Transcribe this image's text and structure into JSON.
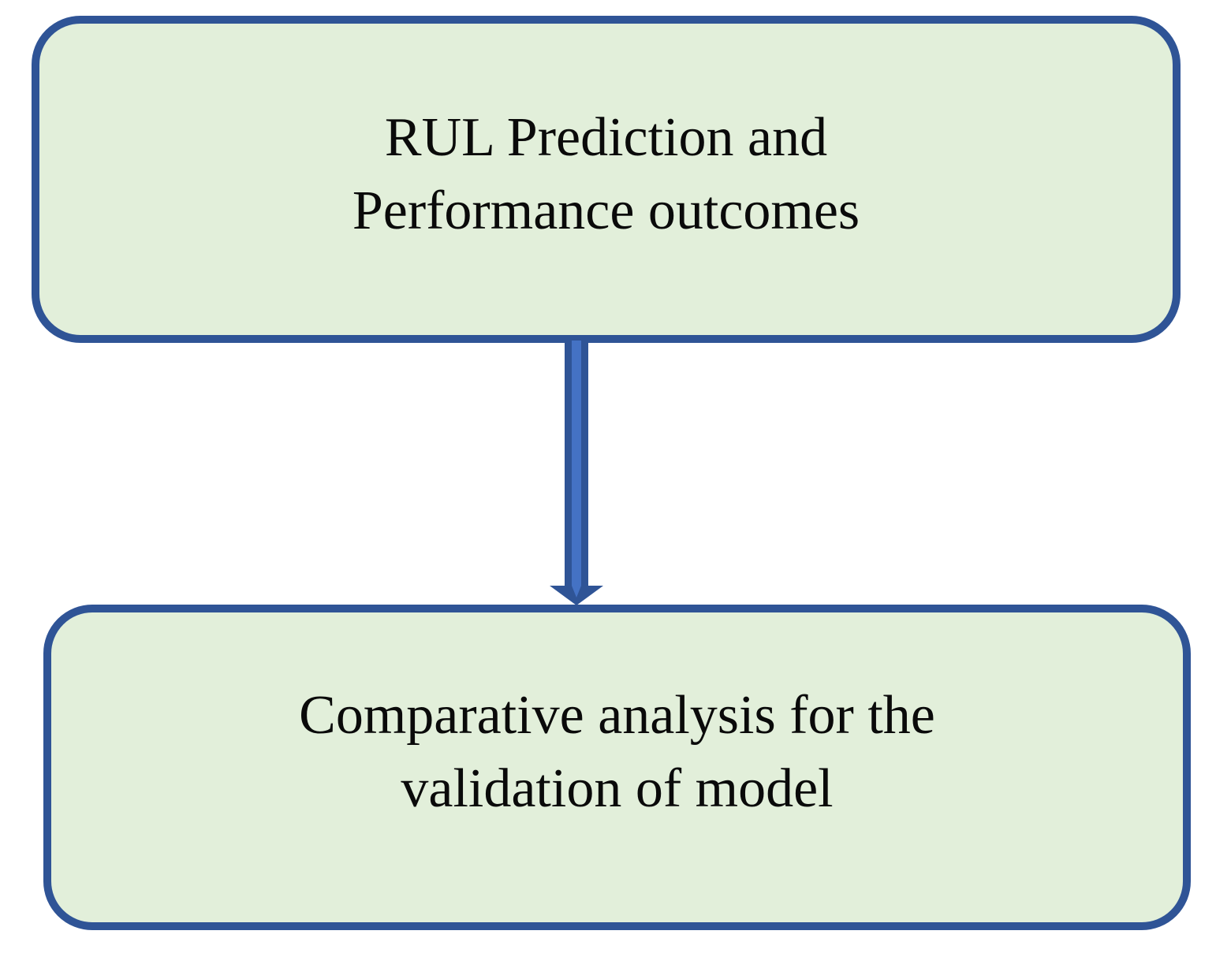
{
  "diagram": {
    "type": "flowchart",
    "background": "#ffffff",
    "nodes": [
      {
        "id": "rul-prediction",
        "label": "RUL Prediction and Performance outcomes",
        "lines": [
          "RUL Prediction and",
          "Performance outcomes"
        ],
        "shape": "rounded-rectangle",
        "fill": "#e2efda",
        "border_color": "#2f5496"
      },
      {
        "id": "comparative-analysis",
        "label": "Comparative analysis for the validation of model",
        "lines": [
          "Comparative analysis for the",
          "validation of model"
        ],
        "shape": "rounded-rectangle",
        "fill": "#e2efda",
        "border_color": "#2f5496"
      }
    ],
    "edges": [
      {
        "from": "rul-prediction",
        "to": "comparative-analysis",
        "direction": "down",
        "style": "thick-arrow",
        "outline_color": "#2f5496",
        "fill_color": "#4472c4"
      }
    ],
    "colors": {
      "node_fill": "#e2efda",
      "node_border": "#2f5496",
      "arrow_fill": "#4472c4",
      "arrow_border": "#2f5496",
      "text": "#0a0a0a",
      "background": "#ffffff"
    }
  }
}
